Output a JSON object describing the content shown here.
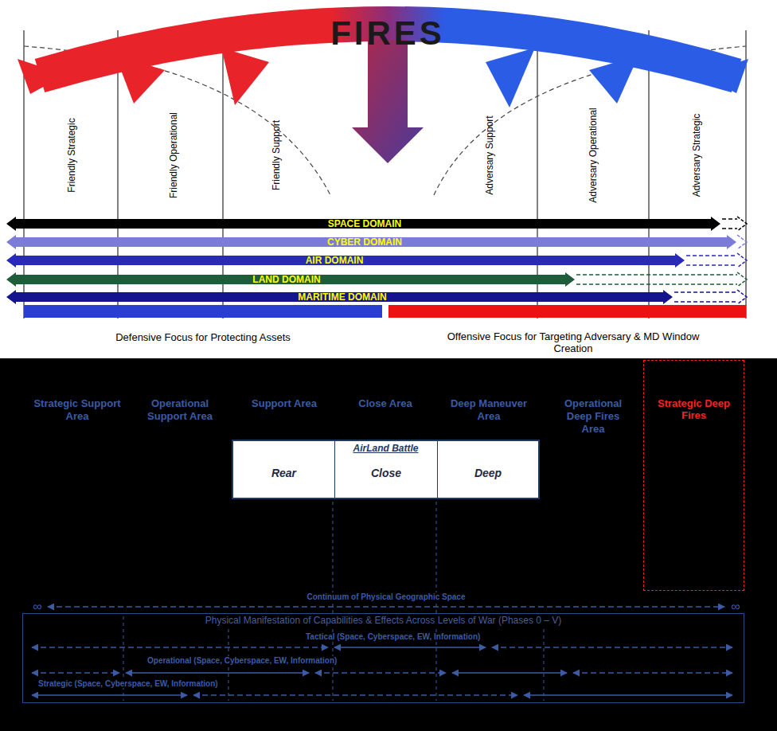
{
  "diagram": {
    "nodes": [
      {
        "text": [
          "FIRES"
        ]
      },
      {
        "text": [
          "SPACE DOMAIN"
        ]
      },
      {
        "text": [
          "CYBER DOMAIN"
        ]
      },
      {
        "text": [
          "AIR DOMAIN"
        ]
      },
      {
        "text": [
          "LAND DOMAIN"
        ]
      },
      {
        "text": [
          "MARITIME DOMAIN"
        ]
      },
      {
        "text": [
          "Defensive Focus for Protecting Assets"
        ]
      },
      {
        "text": [
          "Offensive Focus for Targeting Adversary & MD Window Creation"
        ]
      },
      {
        "text": [
          "Strategic Deep Fires"
        ]
      },
      {
        "text": [
          "AirLand Battle"
        ]
      },
      {
        "text": [
          "Rear"
        ],
        "in": 9
      },
      {
        "text": [
          "Close"
        ],
        "in": 9
      },
      {
        "text": [
          "Deep"
        ],
        "in": 9
      },
      {
        "text": [
          "Physical Manifestation of Capabilities & Effects Across Levels of War (Phases 0 – V)"
        ]
      }
    ],
    "labels": [
      "Friendly Strategic",
      "Friendly Operational",
      "Friendly Support",
      "Adversary Support",
      "Adversary Operational",
      "Adversary Strategic",
      "Strategic Support Area",
      "Operational Support Area",
      "Support Area",
      "Close Area",
      "Deep Maneuver Area",
      "Operational Deep Fires Area",
      "Continuum of Physical Geographic Space",
      "∞",
      "∞",
      "Tactical (Space, Cyberspace, EW, Information)",
      "Operational (Space, Cyberspace, EW, Information)",
      "Strategic (Space, Cyberspace, EW, Information)"
    ]
  }
}
